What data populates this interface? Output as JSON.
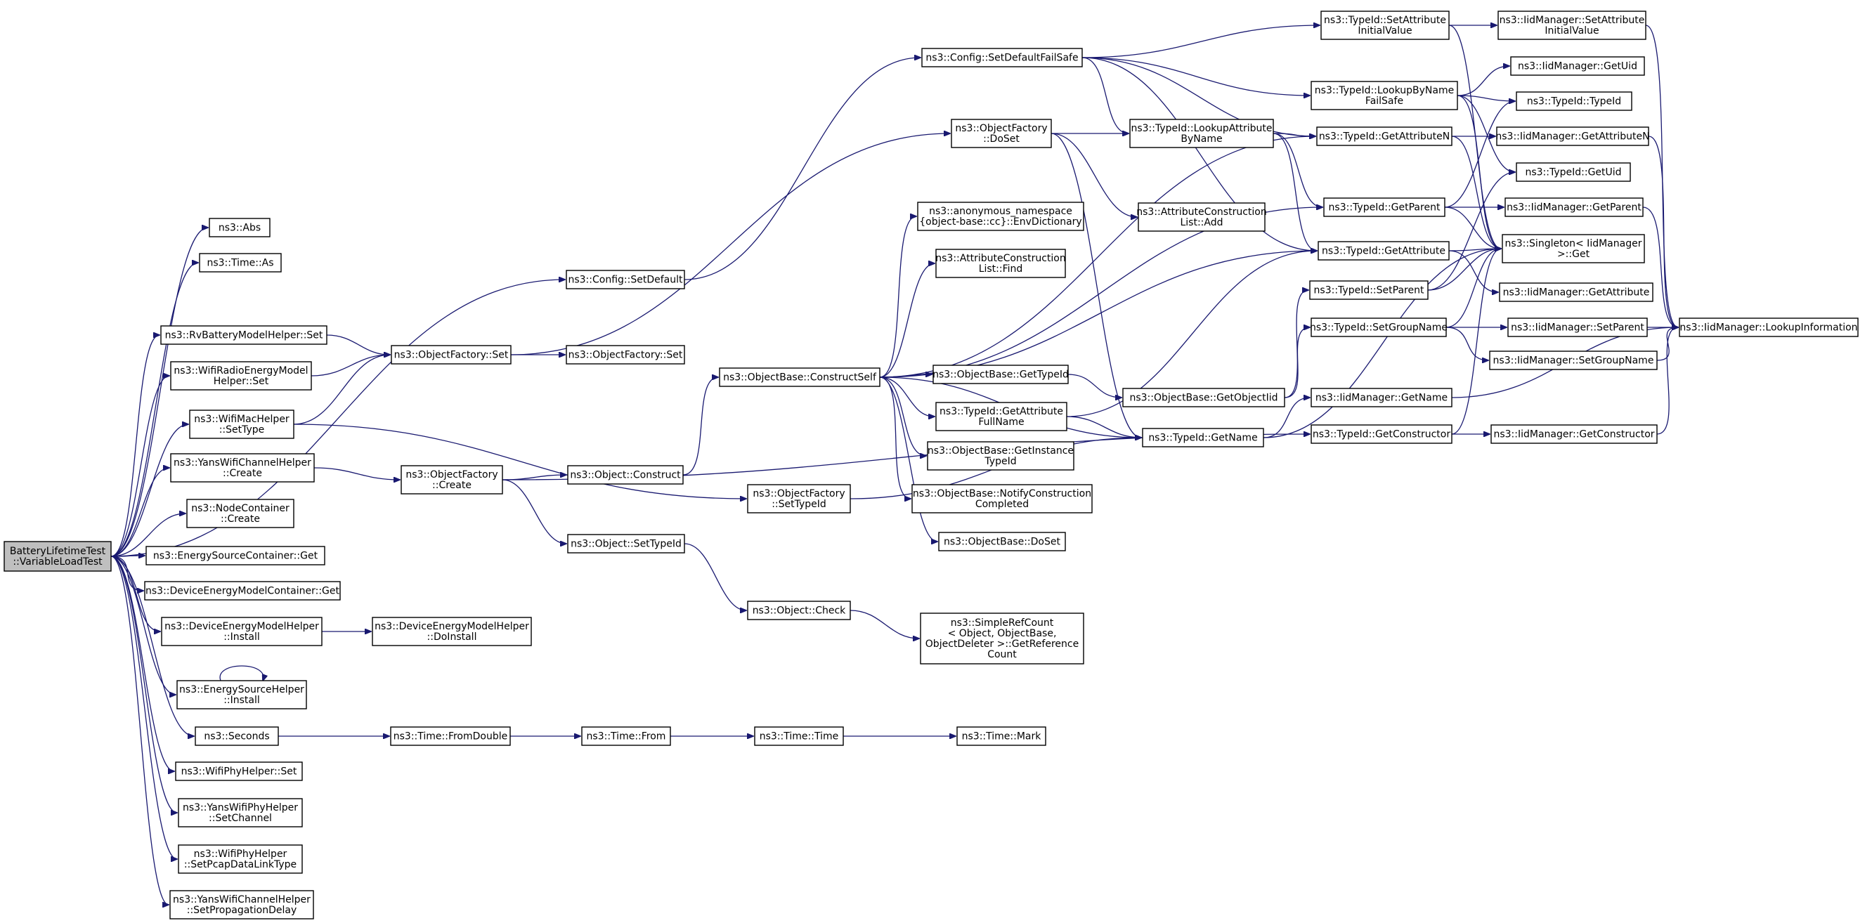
{
  "diagram": {
    "type": "call-graph",
    "colors": {
      "edge": "#191970",
      "node_fill": "#ffffff",
      "root_fill": "#bfbfbf",
      "border": "#000000"
    },
    "nodes": [
      {
        "id": "root",
        "lines": [
          "BatteryLifetimeTest",
          "::VariableLoadTest"
        ],
        "root": true
      },
      {
        "id": "abs",
        "lines": [
          "ns3::Abs"
        ]
      },
      {
        "id": "time_as",
        "lines": [
          "ns3::Time::As"
        ]
      },
      {
        "id": "rv_set",
        "lines": [
          "ns3::RvBatteryModelHelper::Set"
        ]
      },
      {
        "id": "wifiradio_set",
        "lines": [
          "ns3::WifiRadioEnergyModel",
          "Helper::Set"
        ]
      },
      {
        "id": "wifimac_settype",
        "lines": [
          "ns3::WifiMacHelper",
          "::SetType"
        ]
      },
      {
        "id": "yanschan_create",
        "lines": [
          "ns3::YansWifiChannelHelper",
          "::Create"
        ]
      },
      {
        "id": "nodecont_create",
        "lines": [
          "ns3::NodeContainer",
          "::Create"
        ]
      },
      {
        "id": "esc_get",
        "lines": [
          "ns3::EnergySourceContainer::Get"
        ]
      },
      {
        "id": "demc_get",
        "lines": [
          "ns3::DeviceEnergyModelContainer::Get"
        ]
      },
      {
        "id": "demh_install",
        "lines": [
          "ns3::DeviceEnergyModelHelper",
          "::Install"
        ]
      },
      {
        "id": "esh_install",
        "lines": [
          "ns3::EnergySourceHelper",
          "::Install"
        ]
      },
      {
        "id": "seconds",
        "lines": [
          "ns3::Seconds"
        ]
      },
      {
        "id": "wifiphy_set",
        "lines": [
          "ns3::WifiPhyHelper::Set"
        ]
      },
      {
        "id": "yansphy_setchannel",
        "lines": [
          "ns3::YansWifiPhyHelper",
          "::SetChannel"
        ]
      },
      {
        "id": "wifiphy_setpcap",
        "lines": [
          "ns3::WifiPhyHelper",
          "::SetPcapDataLinkType"
        ]
      },
      {
        "id": "yanschan_setprop",
        "lines": [
          "ns3::YansWifiChannelHelper",
          "::SetPropagationDelay"
        ]
      },
      {
        "id": "config_setdefault",
        "lines": [
          "ns3::Config::SetDefault"
        ]
      },
      {
        "id": "of_set",
        "lines": [
          "ns3::ObjectFactory::Set"
        ]
      },
      {
        "id": "of_set2",
        "lines": [
          "ns3::ObjectFactory::Set"
        ]
      },
      {
        "id": "of_create",
        "lines": [
          "ns3::ObjectFactory",
          "::Create"
        ]
      },
      {
        "id": "demh_doinstall",
        "lines": [
          "ns3::DeviceEnergyModelHelper",
          "::DoInstall"
        ]
      },
      {
        "id": "time_fromdouble",
        "lines": [
          "ns3::Time::FromDouble"
        ]
      },
      {
        "id": "time_from",
        "lines": [
          "ns3::Time::From"
        ]
      },
      {
        "id": "time_time",
        "lines": [
          "ns3::Time::Time"
        ]
      },
      {
        "id": "time_mark",
        "lines": [
          "ns3::Time::Mark"
        ]
      },
      {
        "id": "obj_construct",
        "lines": [
          "ns3::Object::Construct"
        ]
      },
      {
        "id": "obj_settypeid",
        "lines": [
          "ns3::Object::SetTypeId"
        ]
      },
      {
        "id": "obj_check",
        "lines": [
          "ns3::Object::Check"
        ]
      },
      {
        "id": "simplerefcount",
        "lines": [
          "ns3::SimpleRefCount",
          "< Object, ObjectBase,",
          "ObjectDeleter >::GetReference",
          "Count"
        ]
      },
      {
        "id": "of_settypeid",
        "lines": [
          "ns3::ObjectFactory",
          "::SetTypeId"
        ]
      },
      {
        "id": "ob_constructself",
        "lines": [
          "ns3::ObjectBase::ConstructSelf"
        ]
      },
      {
        "id": "config_setdefaultfailsafe",
        "lines": [
          "ns3::Config::SetDefaultFailSafe"
        ]
      },
      {
        "id": "of_doset",
        "lines": [
          "ns3::ObjectFactory",
          "::DoSet"
        ]
      },
      {
        "id": "envdict",
        "lines": [
          "ns3::anonymous_namespace",
          "{object-base::cc}::EnvDictionary"
        ]
      },
      {
        "id": "acl_find",
        "lines": [
          "ns3::AttributeConstruction",
          "List::Find"
        ]
      },
      {
        "id": "ob_gettypeid",
        "lines": [
          "ns3::ObjectBase::GetTypeId"
        ]
      },
      {
        "id": "tid_getattrfullname",
        "lines": [
          "ns3::TypeId::GetAttribute",
          "FullName"
        ]
      },
      {
        "id": "ob_getinstancetypeid",
        "lines": [
          "ns3::ObjectBase::GetInstance",
          "TypeId"
        ]
      },
      {
        "id": "ob_notify",
        "lines": [
          "ns3::ObjectBase::NotifyConstruction",
          "Completed"
        ]
      },
      {
        "id": "ob_doset",
        "lines": [
          "ns3::ObjectBase::DoSet"
        ]
      },
      {
        "id": "tid_lookupattrbyname",
        "lines": [
          "ns3::TypeId::LookupAttribute",
          "ByName"
        ]
      },
      {
        "id": "acl_add",
        "lines": [
          "ns3::AttributeConstruction",
          "List::Add"
        ]
      },
      {
        "id": "ob_getobjectiid",
        "lines": [
          "ns3::ObjectBase::GetObjectIid"
        ]
      },
      {
        "id": "tid_getname",
        "lines": [
          "ns3::TypeId::GetName"
        ]
      },
      {
        "id": "tid_setattrinit",
        "lines": [
          "ns3::TypeId::SetAttribute",
          "InitialValue"
        ]
      },
      {
        "id": "tid_lookupbynamefs",
        "lines": [
          "ns3::TypeId::LookupByName",
          "FailSafe"
        ]
      },
      {
        "id": "tid_getattributen",
        "lines": [
          "ns3::TypeId::GetAttributeN"
        ]
      },
      {
        "id": "tid_getparent",
        "lines": [
          "ns3::TypeId::GetParent"
        ]
      },
      {
        "id": "tid_getattribute",
        "lines": [
          "ns3::TypeId::GetAttribute"
        ]
      },
      {
        "id": "tid_setparent",
        "lines": [
          "ns3::TypeId::SetParent"
        ]
      },
      {
        "id": "tid_setgroupname",
        "lines": [
          "ns3::TypeId::SetGroupName"
        ]
      },
      {
        "id": "tid_getconstructor",
        "lines": [
          "ns3::TypeId::GetConstructor"
        ]
      },
      {
        "id": "iid_setattrinit",
        "lines": [
          "ns3::IidManager::SetAttribute",
          "InitialValue"
        ]
      },
      {
        "id": "iid_getuid",
        "lines": [
          "ns3::IidManager::GetUid"
        ]
      },
      {
        "id": "tid_typeid",
        "lines": [
          "ns3::TypeId::TypeId"
        ]
      },
      {
        "id": "iid_getattributen",
        "lines": [
          "ns3::IidManager::GetAttributeN"
        ]
      },
      {
        "id": "tid_getuid",
        "lines": [
          "ns3::TypeId::GetUid"
        ]
      },
      {
        "id": "iid_getparent",
        "lines": [
          "ns3::IidManager::GetParent"
        ]
      },
      {
        "id": "singleton_get",
        "lines": [
          "ns3::Singleton< IidManager",
          " >::Get"
        ]
      },
      {
        "id": "iid_getattribute",
        "lines": [
          "ns3::IidManager::GetAttribute"
        ]
      },
      {
        "id": "iid_setparent",
        "lines": [
          "ns3::IidManager::SetParent"
        ]
      },
      {
        "id": "iid_setgroupname",
        "lines": [
          "ns3::IidManager::SetGroupName"
        ]
      },
      {
        "id": "iid_getname",
        "lines": [
          "ns3::IidManager::GetName"
        ]
      },
      {
        "id": "iid_getconstructor",
        "lines": [
          "ns3::IidManager::GetConstructor"
        ]
      },
      {
        "id": "iid_lookupinfo",
        "lines": [
          "ns3::IidManager::LookupInformation"
        ]
      }
    ],
    "edges": [
      [
        "root",
        "abs"
      ],
      [
        "root",
        "time_as"
      ],
      [
        "root",
        "config_setdefault"
      ],
      [
        "root",
        "rv_set"
      ],
      [
        "root",
        "wifiradio_set"
      ],
      [
        "root",
        "wifimac_settype"
      ],
      [
        "root",
        "yanschan_create"
      ],
      [
        "root",
        "nodecont_create"
      ],
      [
        "root",
        "esc_get"
      ],
      [
        "root",
        "demc_get"
      ],
      [
        "root",
        "demh_install"
      ],
      [
        "root",
        "esh_install"
      ],
      [
        "root",
        "seconds"
      ],
      [
        "root",
        "wifiphy_set"
      ],
      [
        "root",
        "yansphy_setchannel"
      ],
      [
        "root",
        "wifiphy_setpcap"
      ],
      [
        "root",
        "yanschan_setprop"
      ],
      [
        "rv_set",
        "of_set"
      ],
      [
        "wifiradio_set",
        "of_set"
      ],
      [
        "wifimac_settype",
        "of_set"
      ],
      [
        "wifimac_settype",
        "of_settypeid"
      ],
      [
        "yanschan_create",
        "of_create"
      ],
      [
        "demh_install",
        "demh_doinstall"
      ],
      [
        "esh_install",
        "esh_install"
      ],
      [
        "seconds",
        "time_fromdouble"
      ],
      [
        "time_fromdouble",
        "time_from"
      ],
      [
        "time_from",
        "time_time"
      ],
      [
        "time_time",
        "time_mark"
      ],
      [
        "config_setdefault",
        "config_setdefaultfailsafe"
      ],
      [
        "of_set",
        "of_set2"
      ],
      [
        "of_set",
        "of_doset"
      ],
      [
        "of_create",
        "obj_construct"
      ],
      [
        "of_create",
        "obj_settypeid"
      ],
      [
        "of_create",
        "tid_getconstructor"
      ],
      [
        "obj_construct",
        "ob_constructself"
      ],
      [
        "obj_settypeid",
        "obj_check"
      ],
      [
        "obj_check",
        "simplerefcount"
      ],
      [
        "of_settypeid",
        "tid_getname"
      ],
      [
        "ob_constructself",
        "envdict"
      ],
      [
        "ob_constructself",
        "acl_find"
      ],
      [
        "ob_constructself",
        "ob_gettypeid"
      ],
      [
        "ob_constructself",
        "tid_getattrfullname"
      ],
      [
        "ob_constructself",
        "ob_getinstancetypeid"
      ],
      [
        "ob_constructself",
        "ob_notify"
      ],
      [
        "ob_constructself",
        "ob_doset"
      ],
      [
        "ob_constructself",
        "tid_getattribute"
      ],
      [
        "ob_constructself",
        "tid_getattributen"
      ],
      [
        "ob_constructself",
        "tid_getparent"
      ],
      [
        "ob_constructself",
        "tid_getname"
      ],
      [
        "config_setdefaultfailsafe",
        "tid_setattrinit"
      ],
      [
        "config_setdefaultfailsafe",
        "tid_lookupbynamefs"
      ],
      [
        "config_setdefaultfailsafe",
        "tid_lookupattrbyname"
      ],
      [
        "config_setdefaultfailsafe",
        "tid_getattributen"
      ],
      [
        "config_setdefaultfailsafe",
        "tid_getattribute"
      ],
      [
        "of_doset",
        "tid_lookupattrbyname"
      ],
      [
        "of_doset",
        "acl_add"
      ],
      [
        "of_doset",
        "tid_getname"
      ],
      [
        "ob_gettypeid",
        "ob_getobjectiid"
      ],
      [
        "tid_getattrfullname",
        "tid_getattribute"
      ],
      [
        "tid_getattrfullname",
        "tid_getname"
      ],
      [
        "ob_getobjectiid",
        "tid_setparent"
      ],
      [
        "ob_getobjectiid",
        "tid_setgroupname"
      ],
      [
        "tid_lookupattrbyname",
        "tid_getattributen"
      ],
      [
        "tid_lookupattrbyname",
        "tid_getparent"
      ],
      [
        "tid_lookupattrbyname",
        "tid_getattribute"
      ],
      [
        "tid_getname",
        "iid_getname"
      ],
      [
        "tid_getname",
        "singleton_get"
      ],
      [
        "tid_setattrinit",
        "iid_setattrinit"
      ],
      [
        "tid_setattrinit",
        "singleton_get"
      ],
      [
        "tid_lookupbynamefs",
        "iid_getuid"
      ],
      [
        "tid_lookupbynamefs",
        "tid_typeid"
      ],
      [
        "tid_lookupbynamefs",
        "singleton_get"
      ],
      [
        "tid_lookupbynamefs",
        "tid_getuid"
      ],
      [
        "tid_getattributen",
        "iid_getattributen"
      ],
      [
        "tid_getattributen",
        "singleton_get"
      ],
      [
        "tid_getparent",
        "iid_getparent"
      ],
      [
        "tid_getparent",
        "singleton_get"
      ],
      [
        "tid_getparent",
        "tid_typeid"
      ],
      [
        "tid_getattribute",
        "singleton_get"
      ],
      [
        "tid_getattribute",
        "iid_getattribute"
      ],
      [
        "tid_setparent",
        "singleton_get"
      ],
      [
        "tid_setparent",
        "tid_getuid"
      ],
      [
        "tid_setgroupname",
        "iid_setparent"
      ],
      [
        "tid_setgroupname",
        "iid_setgroupname"
      ],
      [
        "tid_setgroupname",
        "singleton_get"
      ],
      [
        "tid_getconstructor",
        "iid_getconstructor"
      ],
      [
        "tid_getconstructor",
        "singleton_get"
      ],
      [
        "iid_setattrinit",
        "iid_lookupinfo"
      ],
      [
        "iid_getattributen",
        "iid_lookupinfo"
      ],
      [
        "iid_getparent",
        "iid_lookupinfo"
      ],
      [
        "iid_setparent",
        "iid_lookupinfo"
      ],
      [
        "iid_setgroupname",
        "iid_lookupinfo"
      ],
      [
        "iid_getname",
        "iid_lookupinfo"
      ],
      [
        "iid_getconstructor",
        "iid_lookupinfo"
      ]
    ]
  }
}
